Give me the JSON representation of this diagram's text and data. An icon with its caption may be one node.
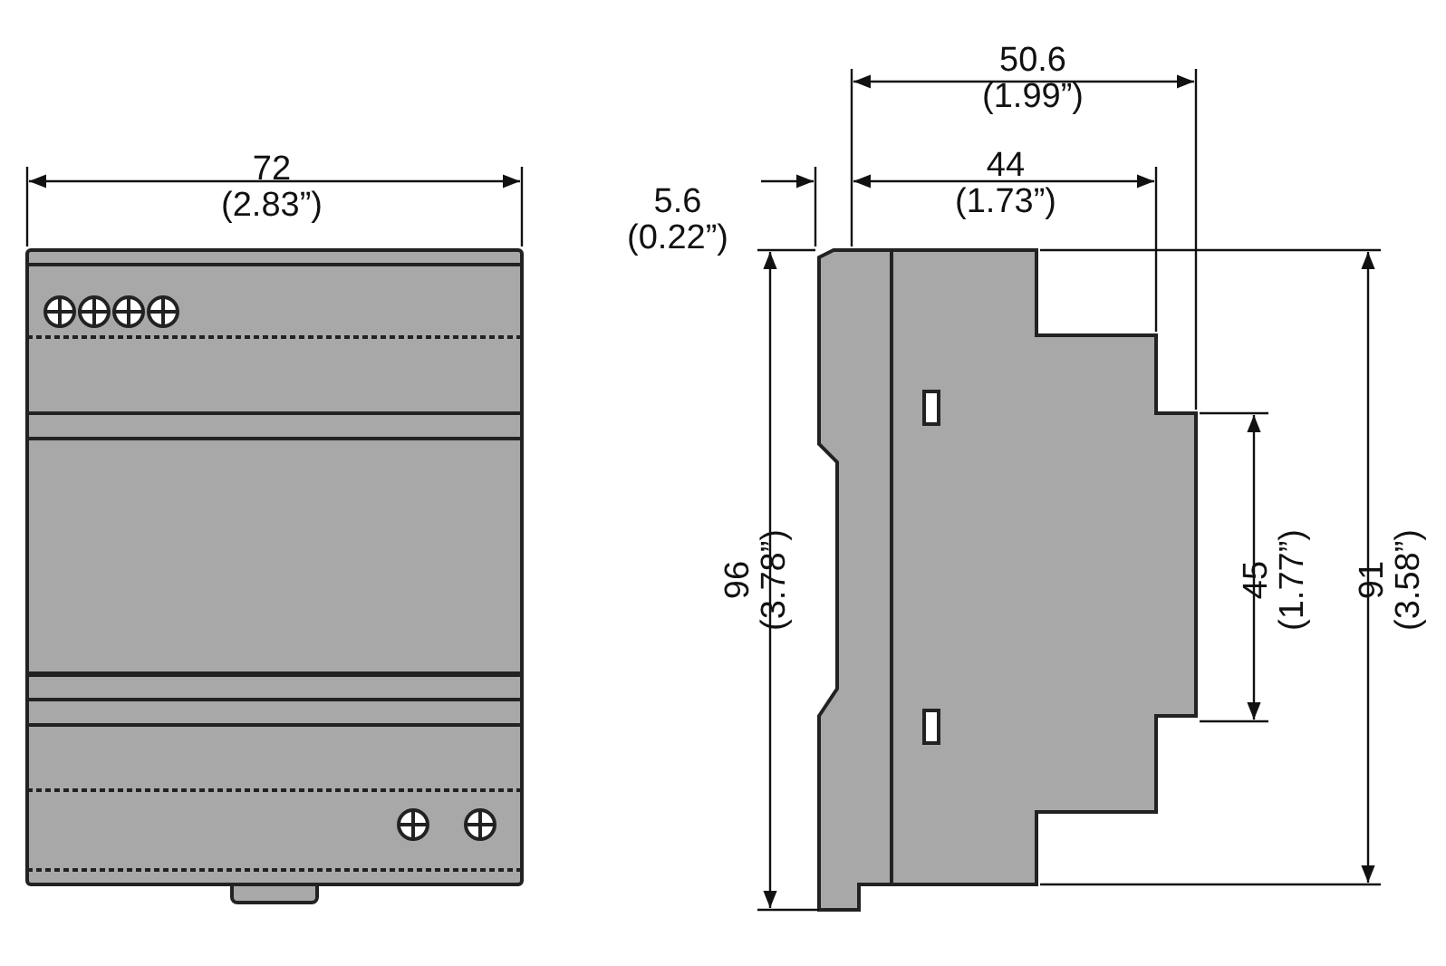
{
  "diagram": {
    "labels": [
      "50.6 (1.99”)",
      "72 (2.83”)",
      "5.6 (0.22”)",
      "44 (1.73”)",
      "96 (3.78”)",
      "45 (1.77”)",
      "91 (3.58”)"
    ]
  }
}
